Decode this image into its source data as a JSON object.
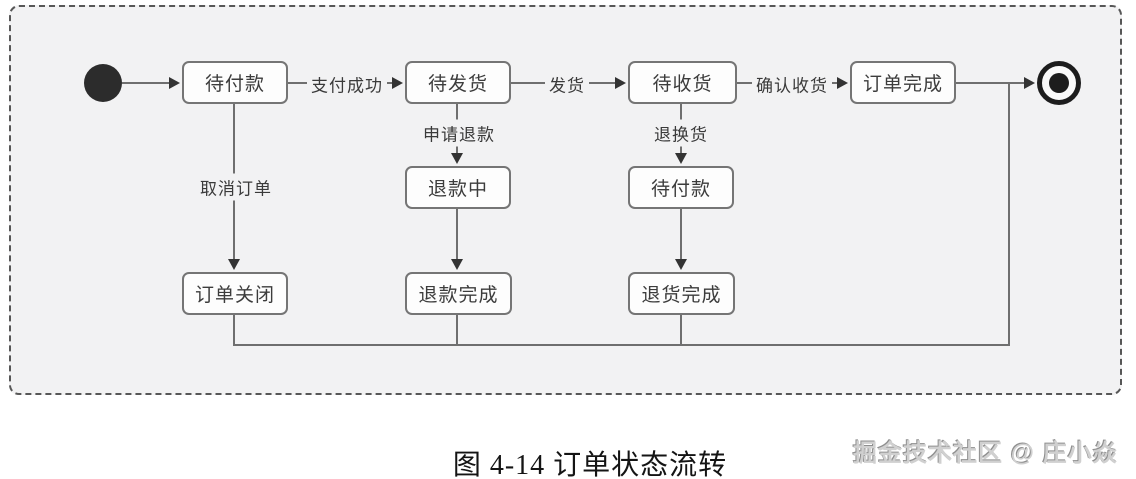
{
  "diagram": {
    "states": {
      "pending_payment": "待付款",
      "pending_shipment": "待发货",
      "pending_receipt": "待收货",
      "order_complete": "订单完成",
      "refunding": "退款中",
      "pending_payment_return": "待付款",
      "order_closed": "订单关闭",
      "refund_complete": "退款完成",
      "return_complete": "退货完成"
    },
    "transitions": {
      "pay_success": "支付成功",
      "ship": "发货",
      "confirm_receipt": "确认收货",
      "cancel_order": "取消订单",
      "apply_refund": "申请退款",
      "return_exchange": "退换货"
    },
    "icons": {
      "start": "initial-state-filled-circle",
      "end": "final-state-bullseye"
    }
  },
  "caption": "图 4-14 订单状态流转",
  "watermark": "掘金技术社区 @ 庄小焱",
  "colors": {
    "canvas_bg": "#f2f2f3",
    "frame_border": "#575757",
    "box_fill": "#fdfdfd",
    "box_border": "#757575",
    "line": "#6f6f6f",
    "arrowhead": "#333333",
    "text": "#3c3c3c"
  }
}
